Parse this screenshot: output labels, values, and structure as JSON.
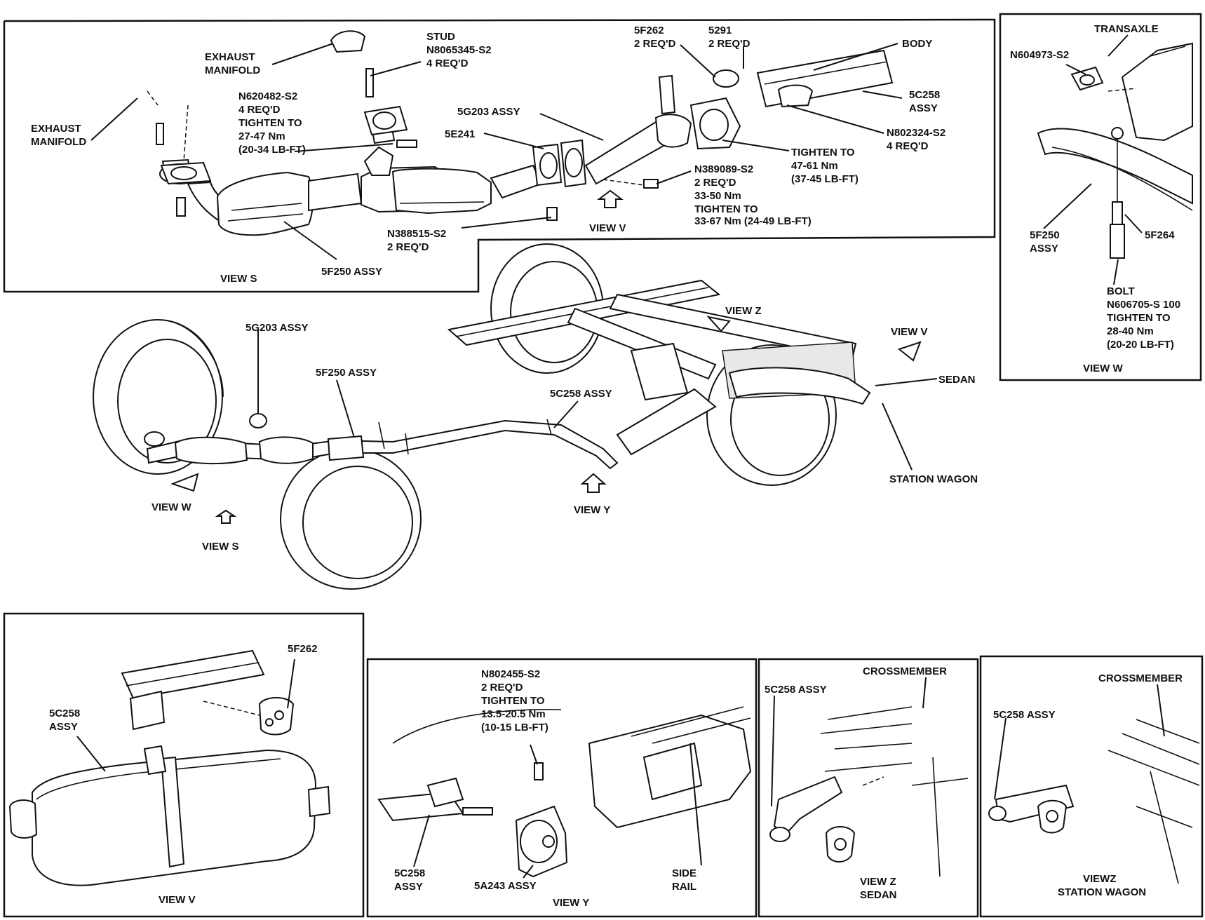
{
  "view_s": {
    "exhaust_manifold_left": [
      "EXHAUST",
      "MANIFOLD"
    ],
    "exhaust_manifold_top": [
      "EXHAUST",
      "MANIFOLD"
    ],
    "stud": [
      "STUD",
      "N8065345-S2",
      "4 REQ'D"
    ],
    "nut": [
      "N620482-S2",
      "4 REQ'D",
      "TIGHTEN TO",
      "27-47 Nm",
      "(20-34 LB-FT)"
    ],
    "part_5g203": "5G203 ASSY",
    "part_5e241": "5E241",
    "part_5f262": [
      "5F262",
      "2 REQ'D"
    ],
    "part_5291": [
      "5291",
      "2 REQ'D"
    ],
    "body": "BODY",
    "part_5c258": [
      "5C258",
      "ASSY"
    ],
    "n802324": [
      "N802324-S2",
      "4 REQ'D"
    ],
    "tighten_47": [
      "TIGHTEN TO",
      "47-61 Nm",
      "(37-45 LB-FT)"
    ],
    "n389089": [
      "N389089-S2",
      "2 REQ'D",
      "33-50 Nm",
      "TIGHTEN TO",
      "33-67 Nm (24-49 LB-FT)"
    ],
    "n388515": [
      "N388515-S2",
      "2 REQ'D"
    ],
    "view_v": "VIEW V",
    "part_5f250": "5F250 ASSY",
    "title": "VIEW S"
  },
  "view_w": {
    "transaxle": "TRANSAXLE",
    "n604973": "N604973-S2",
    "part_5f250": [
      "5F250",
      "ASSY"
    ],
    "part_5f264": "5F264",
    "bolt": [
      "BOLT",
      "N606705-S 100",
      "TIGHTEN TO",
      "28-40 Nm",
      "(20-20 LB-FT)"
    ],
    "title": "VIEW W"
  },
  "main": {
    "g203": "5G203 ASSY",
    "f250": "5F250 ASSY",
    "c258": "5C258 ASSY",
    "view_z": "VIEW Z",
    "view_v": "VIEW V",
    "sedan": "SEDAN",
    "station_wagon": "STATION WAGON",
    "view_w": "VIEW W",
    "view_s": "VIEW S",
    "view_y": "VIEW Y"
  },
  "view_v_muffler": {
    "part_5f262": "5F262",
    "part_5c258": [
      "5C258",
      "ASSY"
    ],
    "title": "VIEW V"
  },
  "view_y": {
    "n802455": [
      "N802455-S2",
      "2 REQ'D",
      "TIGHTEN TO",
      "13.5-20.5 Nm",
      "(10-15 LB-FT)"
    ],
    "part_5c258": [
      "5C258",
      "ASSY"
    ],
    "part_5a243": "5A243 ASSY",
    "side_rail": [
      "SIDE",
      "RAIL"
    ],
    "title": "VIEW Y"
  },
  "view_z_sedan": {
    "crossmember": "CROSSMEMBER",
    "part_5c258": "5C258 ASSY",
    "title": [
      "VIEW Z",
      "SEDAN"
    ]
  },
  "view_z_wagon": {
    "crossmember": "CROSSMEMBER",
    "part_5c258": "5C258 ASSY",
    "title": [
      "VIEWZ",
      "STATION WAGON"
    ]
  }
}
